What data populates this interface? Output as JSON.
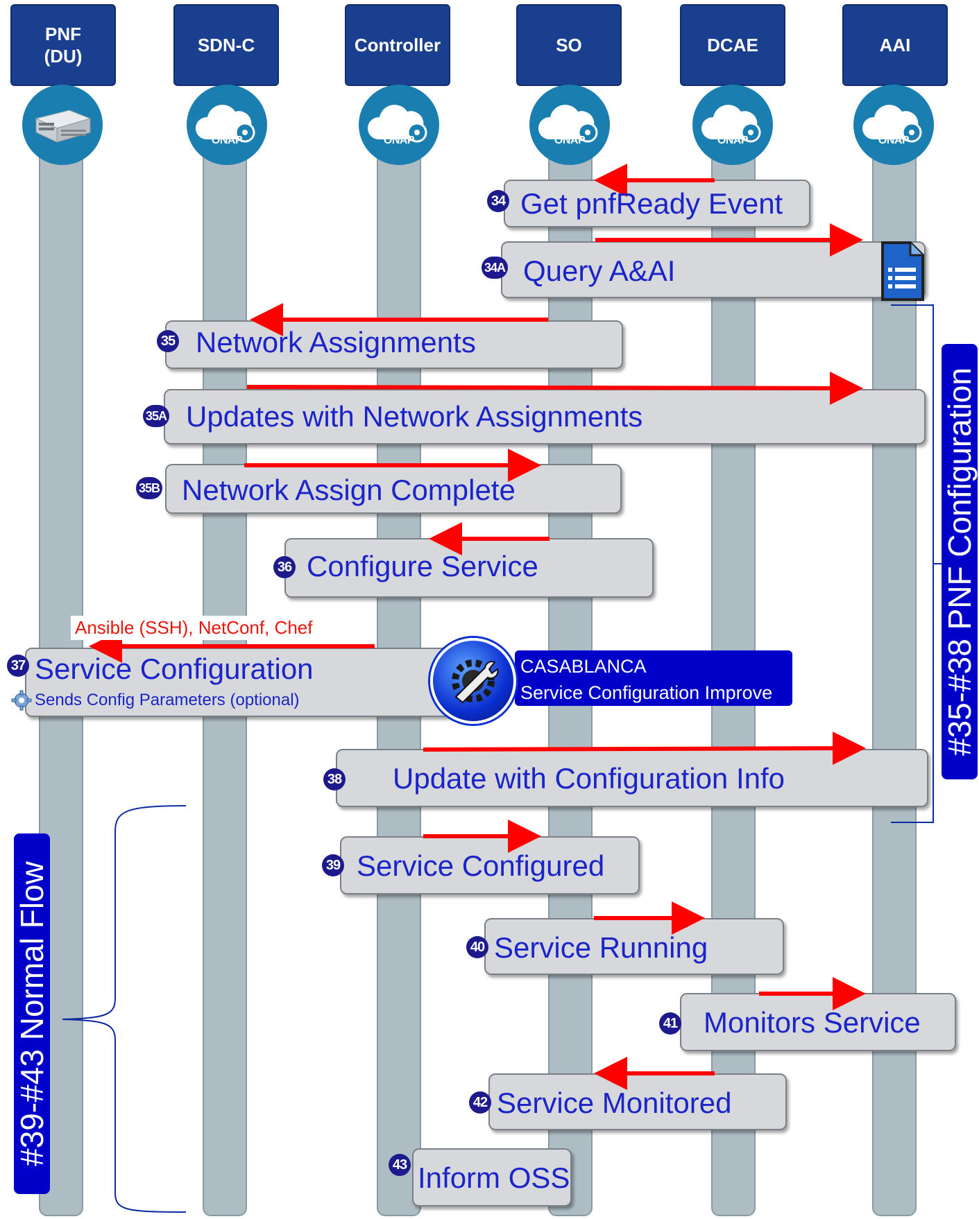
{
  "lanes": [
    {
      "id": "pnf",
      "label": "PNF\n(DU)",
      "icon": "pnf-server-icon"
    },
    {
      "id": "sdnc",
      "label": "SDN-C",
      "icon": "onap-cloud-icon"
    },
    {
      "id": "controller",
      "label": "Controller",
      "icon": "onap-cloud-icon"
    },
    {
      "id": "so",
      "label": "SO",
      "icon": "onap-cloud-icon"
    },
    {
      "id": "dcae",
      "label": "DCAE",
      "icon": "onap-cloud-icon"
    },
    {
      "id": "aai",
      "label": "AAI",
      "icon": "onap-cloud-icon"
    }
  ],
  "onap_logo_text": "ONAP",
  "steps": [
    {
      "num": "34",
      "label": "Get pnfReady Event",
      "from": "dcae",
      "to": "so"
    },
    {
      "num": "34A",
      "label": "Query A&AI",
      "from": "so",
      "to": "aai"
    },
    {
      "num": "35",
      "label": "Network Assignments",
      "from": "so",
      "to": "sdnc"
    },
    {
      "num": "35A",
      "label": "Updates with Network Assignments",
      "from": "sdnc",
      "to": "aai"
    },
    {
      "num": "35B",
      "label": "Network Assign Complete",
      "from": "sdnc",
      "to": "so"
    },
    {
      "num": "36",
      "label": "Configure Service",
      "from": "so",
      "to": "controller"
    },
    {
      "num": "37",
      "label": "Service Configuration",
      "sublabel": "Sends Config Parameters (optional)",
      "from": "controller",
      "to": "pnf",
      "arrow_label": "Ansible (SSH), NetConf, Chef"
    },
    {
      "num": "38",
      "label": "Update with Configuration Info",
      "from": "controller",
      "to": "aai"
    },
    {
      "num": "39",
      "label": "Service Configured",
      "from": "controller",
      "to": "so"
    },
    {
      "num": "40",
      "label": "Service Running",
      "from": "so",
      "to": "dcae"
    },
    {
      "num": "41",
      "label": "Monitors Service",
      "from": "dcae",
      "to": "aai"
    },
    {
      "num": "42",
      "label": "Service Monitored",
      "from": "dcae",
      "to": "so"
    },
    {
      "num": "43",
      "label": "Inform OSS",
      "from": null,
      "to": null
    }
  ],
  "casablanca_note": {
    "line1": "CASABLANCA",
    "line2": "Service Configuration Improve",
    "icon": "wrench-gear-icon"
  },
  "groups": [
    {
      "label": "#35-#38 PNF Configuration",
      "side": "right"
    },
    {
      "label": "#39-#43 Normal Flow",
      "side": "left"
    }
  ],
  "colors": {
    "header_bg": "#1b3f8f",
    "lifeline": "#aebcc4",
    "icon_circle": "#1a7fb0",
    "step_box": "#d6d8dc",
    "step_text": "#1b24c8",
    "badge": "#1c1a8c",
    "arrow": "#ff0000",
    "group_label_bg": "#0000c8"
  }
}
